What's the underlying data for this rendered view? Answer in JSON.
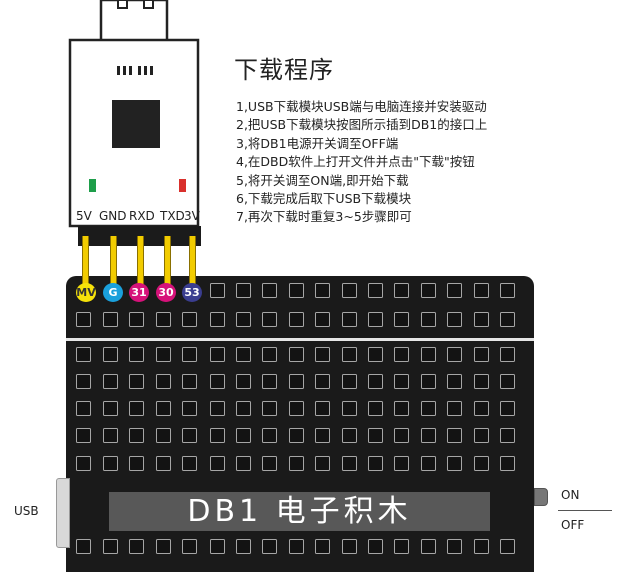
{
  "title": "下载程序",
  "steps": [
    "1,USB下载模块USB端与电脑连接并安装驱动",
    "2,把USB下载模块按图所示插到DB1的接口上",
    "3,将DB1电源开关调至OFF端",
    "4,在DBD软件上打开文件并点击\"下载\"按钮",
    "5,将开关调至ON端,即开始下载",
    "6,下载完成后取下USB下载模块",
    "7,再次下载时重复3~5步骤即可"
  ],
  "module": {
    "pins": [
      "5V",
      "GND",
      "RXD",
      "TXD",
      "3V"
    ],
    "led_left_color": "#1e9e4a",
    "led_right_color": "#d9302c"
  },
  "board": {
    "connections": [
      {
        "label": "MV",
        "color": "#f6e20a",
        "text_color": "#333333"
      },
      {
        "label": "G",
        "color": "#1aa0dc",
        "text_color": "#ffffff"
      },
      {
        "label": "31",
        "color": "#d6127a",
        "text_color": "#ffffff"
      },
      {
        "label": "30",
        "color": "#d6127a",
        "text_color": "#ffffff"
      },
      {
        "label": "53",
        "color": "#3a3d8f",
        "text_color": "#ffffff"
      }
    ],
    "banner": "DB1 电子积木",
    "usb_label": "USB",
    "switch_on": "ON",
    "switch_off": "OFF"
  }
}
